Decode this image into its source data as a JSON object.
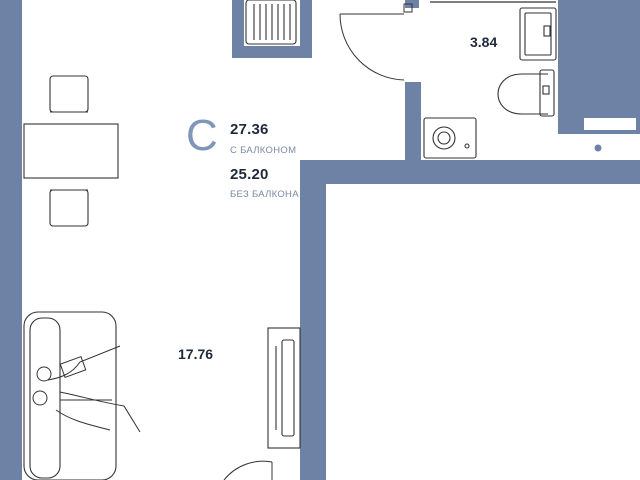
{
  "apartment": {
    "type_letter": "С",
    "total_area_with_balcony": "27.36",
    "with_balcony_label": "С БАЛКОНОМ",
    "total_area_without_balcony": "25.20",
    "without_balcony_label": "БЕЗ БАЛКОНА"
  },
  "rooms": {
    "living_area": "17.76",
    "bathroom_area": "3.84"
  },
  "colors": {
    "wall": "#6e82a6",
    "furniture_stroke": "#333333",
    "text": "#1e2a3a",
    "accent": "#7f96b8"
  }
}
